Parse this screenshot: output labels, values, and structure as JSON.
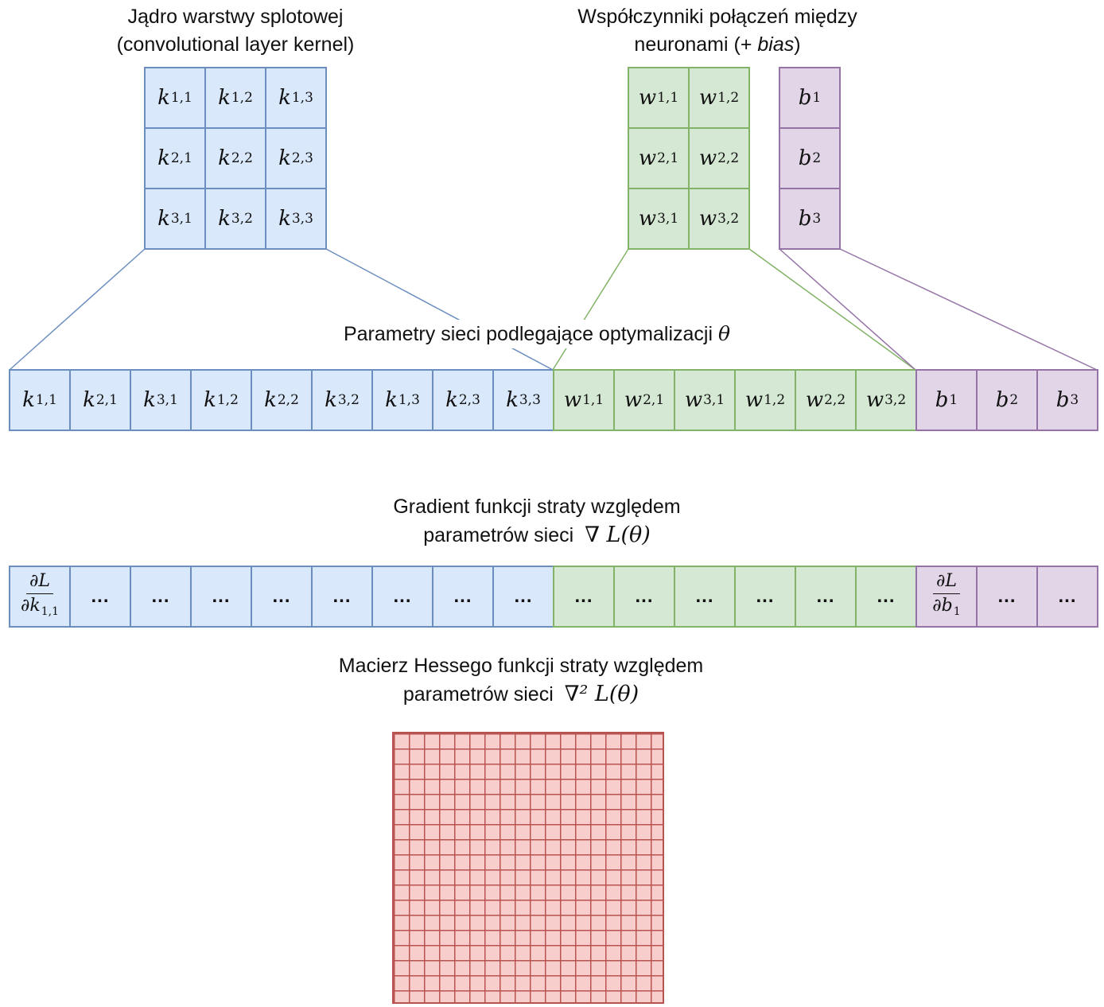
{
  "titles": {
    "kernel_line1": "Jądro warstwy splotowej",
    "kernel_line2": "(convolutional layer kernel)",
    "weights_line1": "Współczynniki połączeń między",
    "weights_line2_pre": "neuronami (+ ",
    "weights_line2_em": "bias",
    "weights_line2_post": ")",
    "params": "Parametry sieci podlegające optymalizacji",
    "params_symbol": "θ",
    "gradient_line1": "Gradient funkcji straty względem",
    "gradient_line2": "parametrów sieci",
    "gradient_symbol": "∇ L(θ)",
    "hessian_line1": "Macierz Hessego funkcji straty względem",
    "hessian_line2": "parametrów sieci",
    "hessian_symbol": "∇² L(θ)"
  },
  "kernel": [
    [
      {
        "s": "k",
        "i": "1,1"
      },
      {
        "s": "k",
        "i": "1,2"
      },
      {
        "s": "k",
        "i": "1,3"
      }
    ],
    [
      {
        "s": "k",
        "i": "2,1"
      },
      {
        "s": "k",
        "i": "2,2"
      },
      {
        "s": "k",
        "i": "2,3"
      }
    ],
    [
      {
        "s": "k",
        "i": "3,1"
      },
      {
        "s": "k",
        "i": "3,2"
      },
      {
        "s": "k",
        "i": "3,3"
      }
    ]
  ],
  "weights": [
    [
      {
        "s": "w",
        "i": "1,1"
      },
      {
        "s": "w",
        "i": "1,2"
      }
    ],
    [
      {
        "s": "w",
        "i": "2,1"
      },
      {
        "s": "w",
        "i": "2,2"
      }
    ],
    [
      {
        "s": "w",
        "i": "3,1"
      },
      {
        "s": "w",
        "i": "3,2"
      }
    ]
  ],
  "bias": [
    {
      "s": "b",
      "i": "1"
    },
    {
      "s": "b",
      "i": "2"
    },
    {
      "s": "b",
      "i": "3"
    }
  ],
  "params_vector": [
    {
      "s": "k",
      "i": "1,1",
      "group": "blue"
    },
    {
      "s": "k",
      "i": "2,1",
      "group": "blue"
    },
    {
      "s": "k",
      "i": "3,1",
      "group": "blue"
    },
    {
      "s": "k",
      "i": "1,2",
      "group": "blue"
    },
    {
      "s": "k",
      "i": "2,2",
      "group": "blue"
    },
    {
      "s": "k",
      "i": "3,2",
      "group": "blue"
    },
    {
      "s": "k",
      "i": "1,3",
      "group": "blue"
    },
    {
      "s": "k",
      "i": "2,3",
      "group": "blue"
    },
    {
      "s": "k",
      "i": "3,3",
      "group": "blue"
    },
    {
      "s": "w",
      "i": "1,1",
      "group": "green"
    },
    {
      "s": "w",
      "i": "2,1",
      "group": "green"
    },
    {
      "s": "w",
      "i": "3,1",
      "group": "green"
    },
    {
      "s": "w",
      "i": "1,2",
      "group": "green"
    },
    {
      "s": "w",
      "i": "2,2",
      "group": "green"
    },
    {
      "s": "w",
      "i": "3,2",
      "group": "green"
    },
    {
      "s": "b",
      "i": "1",
      "group": "purple"
    },
    {
      "s": "b",
      "i": "2",
      "group": "purple"
    },
    {
      "s": "b",
      "i": "3",
      "group": "purple"
    }
  ],
  "gradient_vector": [
    {
      "frac": true,
      "num": "∂L",
      "den": "∂k",
      "den_i": "1,1",
      "group": "blue"
    },
    {
      "text": "...",
      "group": "blue"
    },
    {
      "text": "...",
      "group": "blue"
    },
    {
      "text": "...",
      "group": "blue"
    },
    {
      "text": "...",
      "group": "blue"
    },
    {
      "text": "...",
      "group": "blue"
    },
    {
      "text": "...",
      "group": "blue"
    },
    {
      "text": "...",
      "group": "blue"
    },
    {
      "text": "...",
      "group": "blue"
    },
    {
      "text": "...",
      "group": "green"
    },
    {
      "text": "...",
      "group": "green"
    },
    {
      "text": "...",
      "group": "green"
    },
    {
      "text": "...",
      "group": "green"
    },
    {
      "text": "...",
      "group": "green"
    },
    {
      "text": "...",
      "group": "green"
    },
    {
      "frac": true,
      "num": "∂L",
      "den": "∂b",
      "den_i": "1",
      "group": "purple"
    },
    {
      "text": "...",
      "group": "purple"
    },
    {
      "text": "...",
      "group": "purple"
    }
  ],
  "hessian": {
    "rows": 18,
    "cols": 18
  },
  "colors": {
    "blue_fill": "#dae8fc",
    "blue_stroke": "#6c8ebf",
    "green_fill": "#d5e8d4",
    "green_stroke": "#82b366",
    "purple_fill": "#e1d5e7",
    "purple_stroke": "#9673a6",
    "red_fill": "#f8cecc",
    "red_stroke": "#b85450"
  }
}
